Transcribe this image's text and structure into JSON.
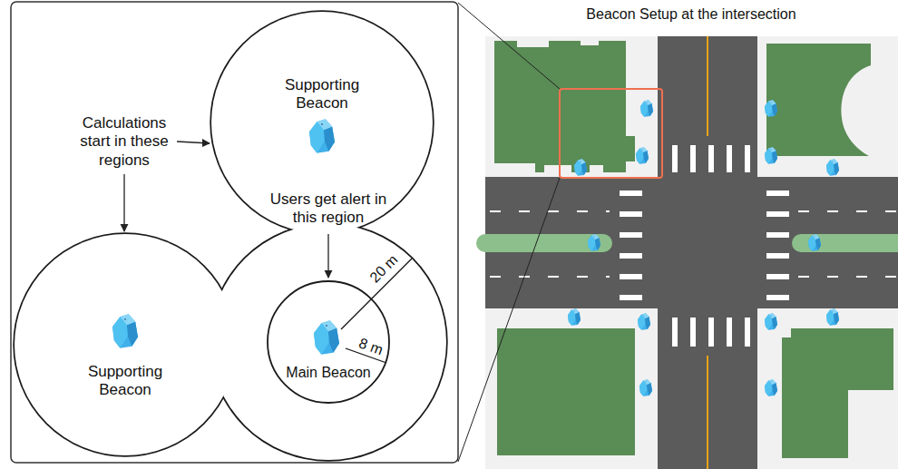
{
  "diagram": {
    "nodes": [
      {
        "text": [
          "Supporting Beacon"
        ]
      },
      {
        "text": [
          "Supporting Beacon"
        ]
      },
      {
        "text": [
          "Main Beacon"
        ]
      }
    ],
    "labels": [
      "Calculations start in these regions",
      "Users get alert in this region",
      "20 m",
      "8 m",
      "Beacon Setup at the intersection"
    ]
  }
}
